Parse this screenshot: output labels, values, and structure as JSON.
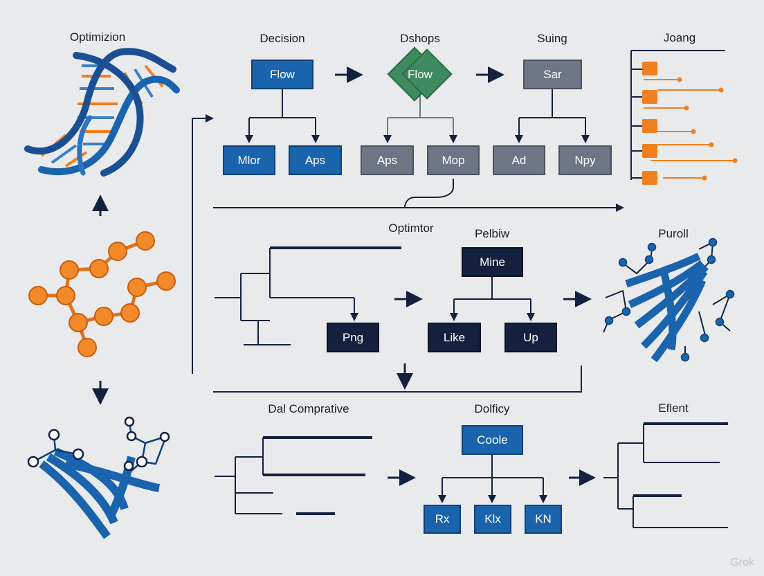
{
  "labels": {
    "optimizion": "Optimizion",
    "decision": "Decision",
    "dshops": "Dshops",
    "suing": "Suing",
    "joang": "Joang",
    "optimtor": "Optimtor",
    "pelbiw": "Pelbiw",
    "puroll": "Puroll",
    "dal_comprative": "Dal Comprative",
    "dolficy": "Dolficy",
    "eflent": "Eflent"
  },
  "boxes": {
    "flow_1": "Flow",
    "mlor": "Mlor",
    "aps_1": "Aps",
    "flow_2": "Flow",
    "aps_2": "Aps",
    "mop": "Mop",
    "sar": "Sar",
    "ad": "Ad",
    "npy": "Npy",
    "png": "Png",
    "mine": "Mine",
    "like": "Like",
    "up": "Up",
    "coole": "Coole",
    "rx": "Rx",
    "klx": "Klx",
    "kn": "KN"
  },
  "watermark": "Grok",
  "colors": {
    "background": "#e9eaec",
    "blue": "#1a63ad",
    "gray": "#6e7686",
    "navy": "#13213f",
    "green": "#3f8a5e",
    "orange": "#f07f1f"
  }
}
